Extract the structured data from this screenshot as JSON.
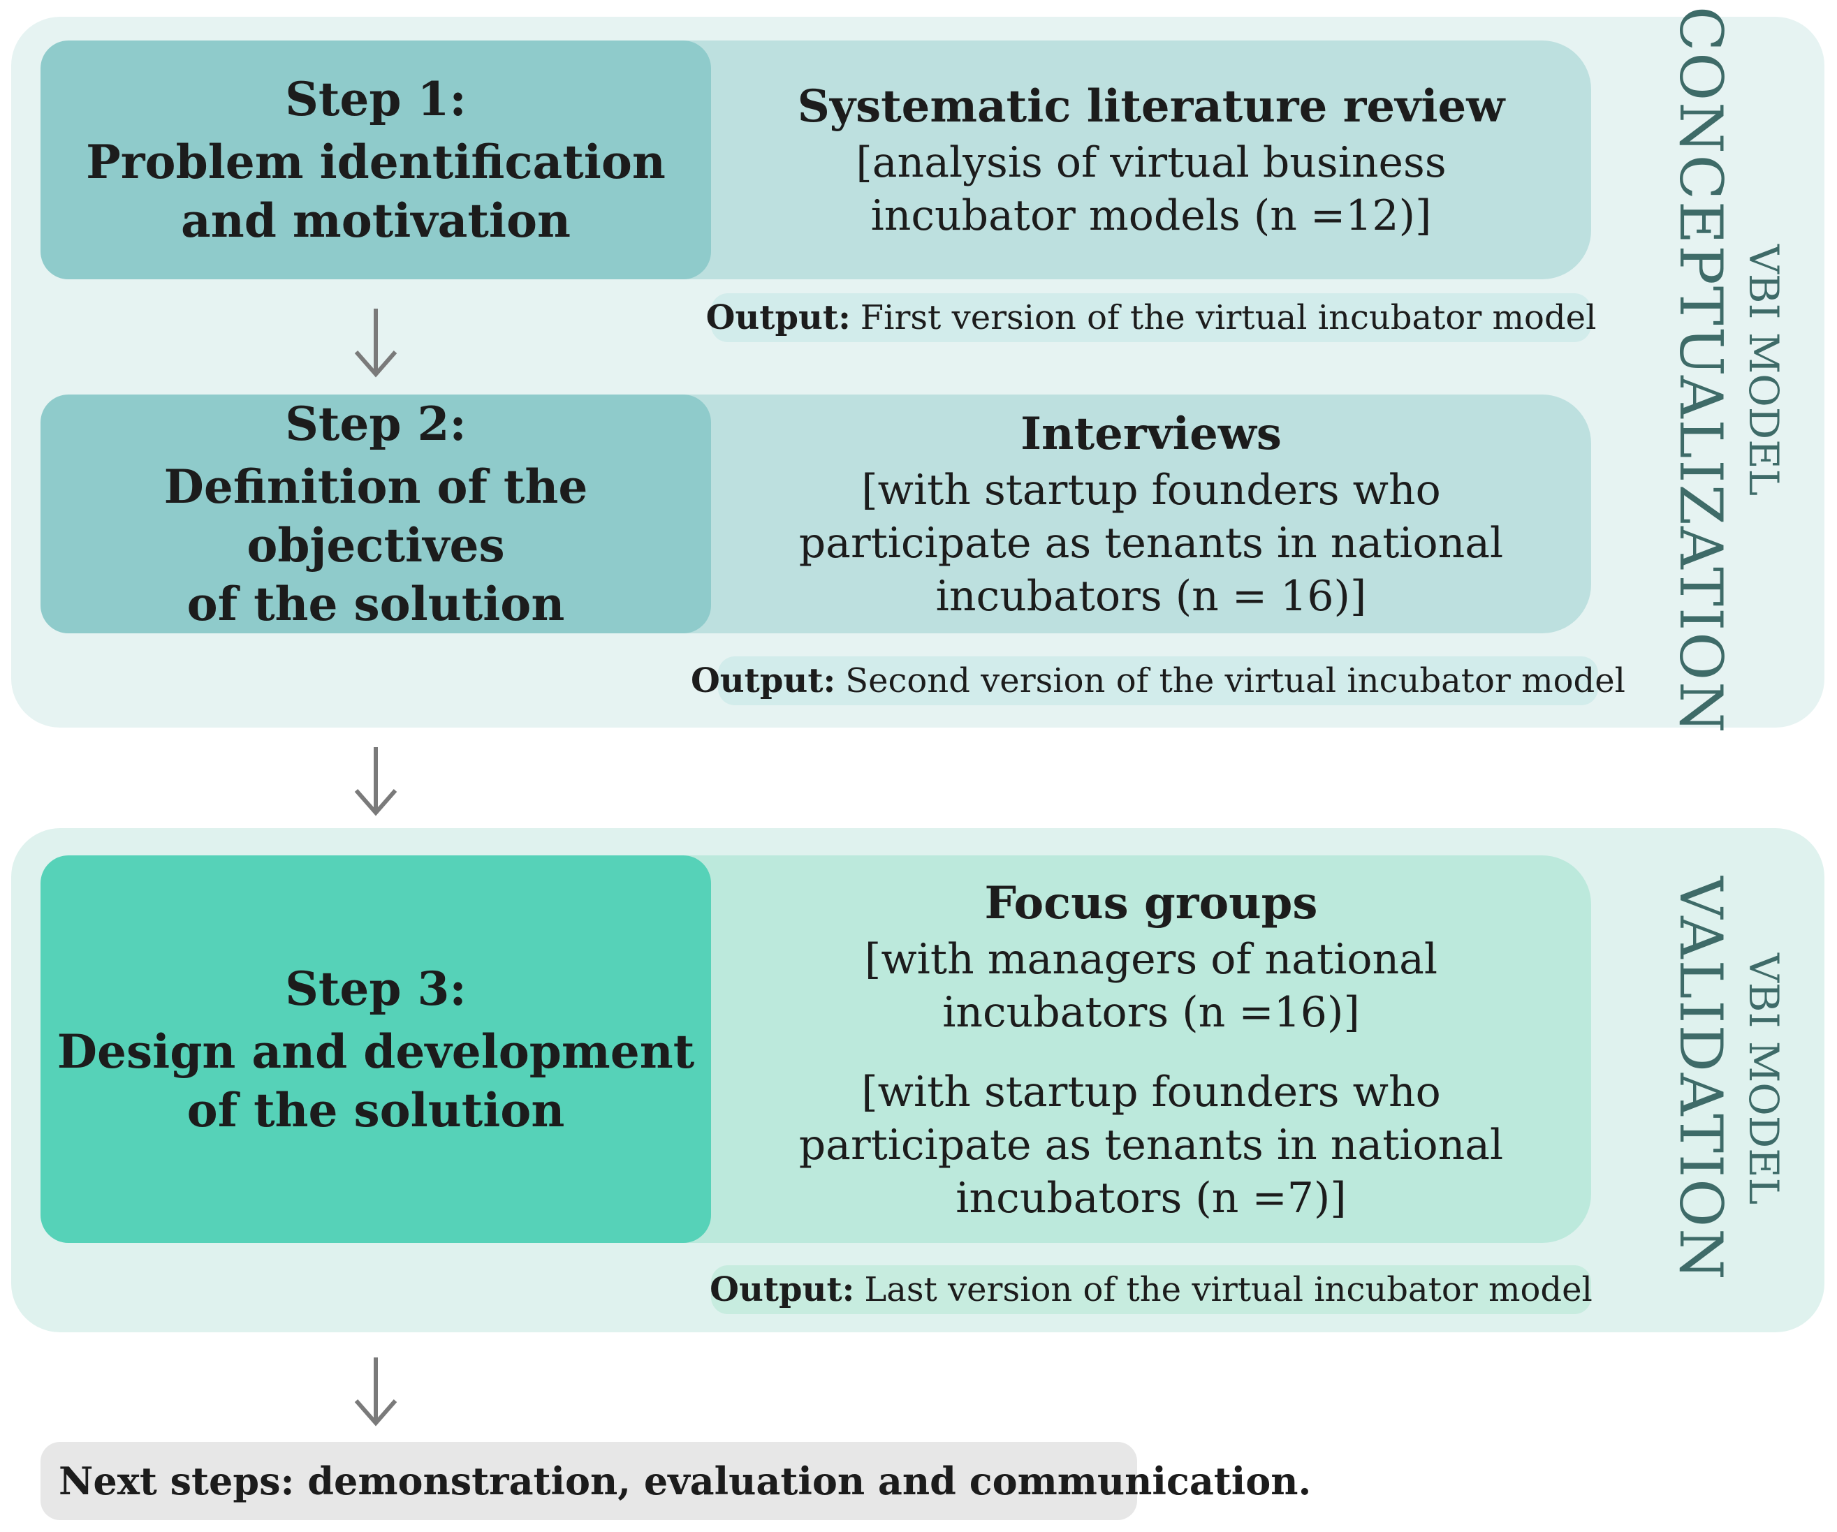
{
  "steps": [
    {
      "step_label": "Step 1:",
      "title_lines": [
        "Problem identification",
        "and motivation"
      ],
      "method": "Systematic literature review",
      "detail_lines": [
        "[analysis of virtual business",
        "incubator models (n =12)]"
      ],
      "output_label": "Output:",
      "output_text": "First version of the virtual incubator model"
    },
    {
      "step_label": "Step 2:",
      "title_lines": [
        "Definition of the objectives",
        "of the solution"
      ],
      "method": "Interviews",
      "detail_lines": [
        "[with startup founders who",
        "participate as tenants in national",
        "incubators (n = 16)]"
      ],
      "output_label": "Output:",
      "output_text": "Second version of the virtual incubator model"
    },
    {
      "step_label": "Step 3:",
      "title_lines": [
        "Design and development",
        "of the solution"
      ],
      "method": "Focus groups",
      "detail_lines": [
        "[with managers of national",
        "incubators (n =16)]"
      ],
      "detail2_lines": [
        "[with startup founders who",
        "participate as tenants in national",
        "incubators (n =7)]"
      ],
      "output_label": "Output:",
      "output_text": "Last version of the virtual incubator model"
    }
  ],
  "phases": [
    {
      "sub": "VBI MODEL",
      "main": "CONCEPTUALIZATION"
    },
    {
      "sub": "VBI MODEL",
      "main": "VALIDATION"
    }
  ],
  "next_steps": "Next steps: demonstration, evaluation and communication.",
  "colors": {
    "step_box_1_2": "#8fcbcb",
    "step_box_3": "#56d2b8",
    "desc_box_1_2": "#bde0df",
    "desc_box_3": "#bce9dc",
    "phase_text": "#3e6b68"
  }
}
